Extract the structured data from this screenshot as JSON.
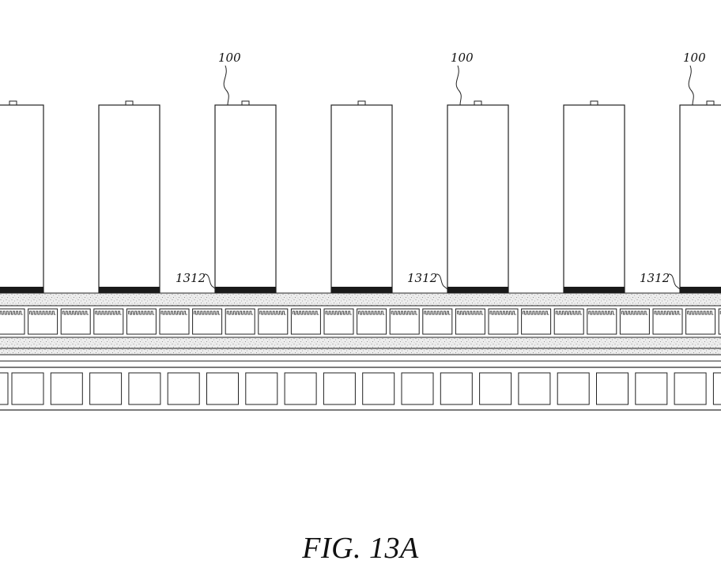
{
  "figure": {
    "caption": "FIG. 13A"
  },
  "reference_numerals": {
    "cell": "100",
    "bottom_layer": "1312"
  },
  "colors": {
    "line": "#222222",
    "band_fill": "#ebebeb",
    "base_fill": "#1a1a1a",
    "background": "#ffffff"
  }
}
